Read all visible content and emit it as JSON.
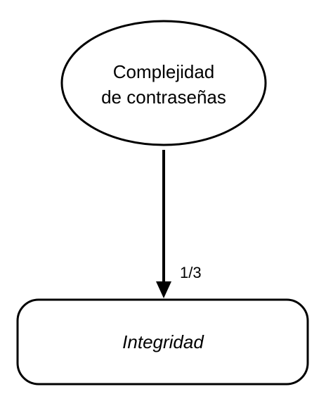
{
  "diagram": {
    "nodes": {
      "source": {
        "shape": "ellipse",
        "line1": "Complejidad",
        "line2": "de contraseñas"
      },
      "target": {
        "shape": "rounded-rectangle",
        "label": "Integridad"
      }
    },
    "edge": {
      "from": "source",
      "to": "target",
      "label": "1/3"
    },
    "colors": {
      "stroke": "#000000",
      "fill": "#ffffff",
      "text": "#000000"
    }
  }
}
